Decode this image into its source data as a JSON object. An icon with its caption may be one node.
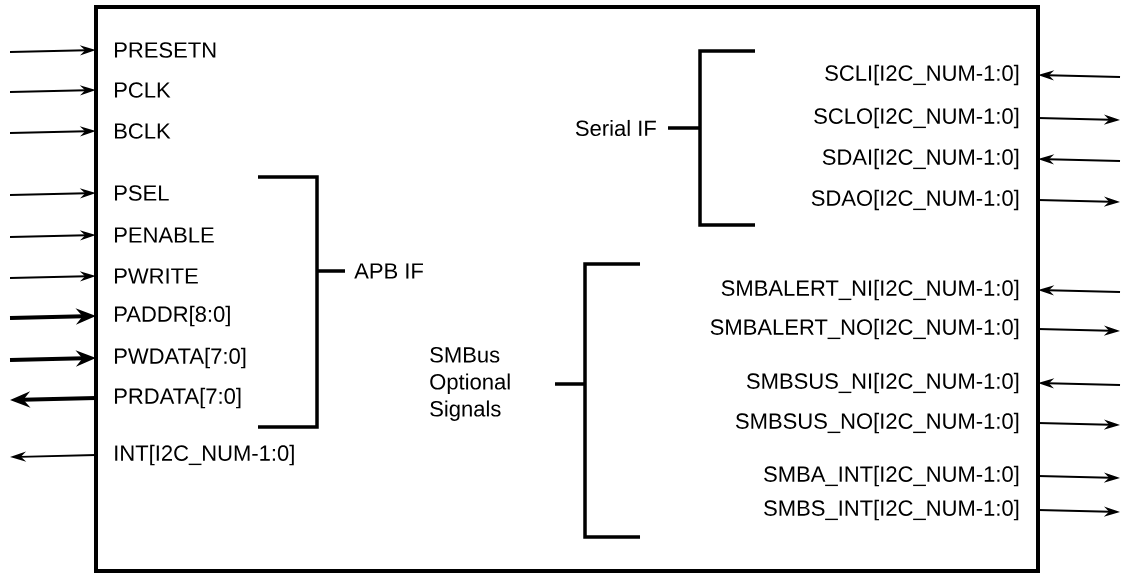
{
  "diagram": {
    "nodes": [
      {
        "text": [],
        "shape": "box"
      },
      {
        "text": [
          "PRESETN"
        ],
        "in": 0
      },
      {
        "text": [
          "PCLK"
        ],
        "in": 0
      },
      {
        "text": [
          "BCLK"
        ],
        "in": 0
      },
      {
        "text": [
          "PSEL"
        ],
        "in": 0
      },
      {
        "text": [
          "PENABLE"
        ],
        "in": 0
      },
      {
        "text": [
          "PWRITE"
        ],
        "in": 0
      },
      {
        "text": [
          "PADDR[8:0]"
        ],
        "in": 0
      },
      {
        "text": [
          "PWDATA[7:0]"
        ],
        "in": 0
      },
      {
        "text": [
          "PRDATA[7:0]"
        ],
        "in": 0
      },
      {
        "text": [
          "INT[I2C_NUM-1:0]"
        ],
        "in": 0
      },
      {
        "text": [
          "SCLI[I2C_NUM-1:0]"
        ],
        "in": 0
      },
      {
        "text": [
          "SCLO[I2C_NUM-1:0]"
        ],
        "in": 0
      },
      {
        "text": [
          "SDAI[I2C_NUM-1:0]"
        ],
        "in": 0
      },
      {
        "text": [
          "SDAO[I2C_NUM-1:0]"
        ],
        "in": 0
      },
      {
        "text": [
          "SMBALERT_NI[I2C_NUM-1:0]"
        ],
        "in": 0
      },
      {
        "text": [
          "SMBALERT_NO[I2C_NUM-1:0]"
        ],
        "in": 0
      },
      {
        "text": [
          "SMBSUS_NI[I2C_NUM-1:0]"
        ],
        "in": 0
      },
      {
        "text": [
          "SMBSUS_NO[I2C_NUM-1:0]"
        ],
        "in": 0
      },
      {
        "text": [
          "SMBA_INT[I2C_NUM-1:0]"
        ],
        "in": 0
      },
      {
        "text": [
          "SMBS_INT[I2C_NUM-1:0]"
        ],
        "in": 0
      }
    ],
    "edges": [
      {
        "from": null,
        "to": 1,
        "arrow": "to"
      },
      {
        "from": null,
        "to": 2,
        "arrow": "to"
      },
      {
        "from": null,
        "to": 3,
        "arrow": "to"
      },
      {
        "from": null,
        "to": 4,
        "arrow": "to"
      },
      {
        "from": null,
        "to": 5,
        "arrow": "to"
      },
      {
        "from": null,
        "to": 6,
        "arrow": "to"
      },
      {
        "from": null,
        "to": 7,
        "arrow": "to",
        "style": "thick"
      },
      {
        "from": null,
        "to": 8,
        "arrow": "to",
        "style": "thick"
      },
      {
        "from": 9,
        "to": null,
        "arrow": "to",
        "style": "thick"
      },
      {
        "from": 10,
        "to": null,
        "arrow": "to"
      },
      {
        "from": null,
        "to": 11,
        "arrow": "to"
      },
      {
        "from": 12,
        "to": null,
        "arrow": "to"
      },
      {
        "from": null,
        "to": 13,
        "arrow": "to"
      },
      {
        "from": 14,
        "to": null,
        "arrow": "to"
      },
      {
        "from": null,
        "to": 15,
        "arrow": "to"
      },
      {
        "from": 16,
        "to": null,
        "arrow": "to"
      },
      {
        "from": null,
        "to": 17,
        "arrow": "to"
      },
      {
        "from": 18,
        "to": null,
        "arrow": "to"
      },
      {
        "from": 19,
        "to": null,
        "arrow": "to"
      },
      {
        "from": 20,
        "to": null,
        "arrow": "to"
      }
    ],
    "labels": [
      "APB IF",
      "Serial IF",
      "SMBus Optional Signals"
    ]
  }
}
